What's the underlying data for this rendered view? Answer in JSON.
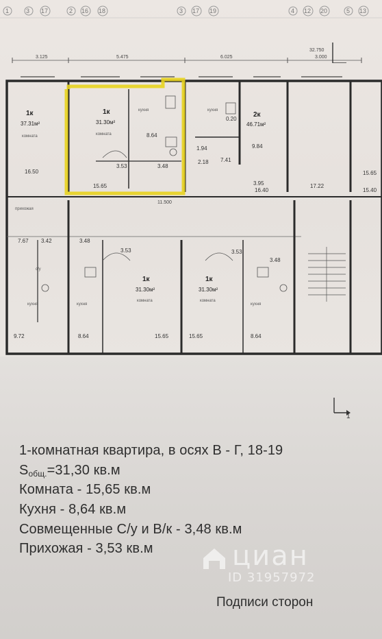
{
  "plan": {
    "axis_labels_top": [
      "1",
      "3",
      "17",
      "2",
      "16",
      "18",
      "3",
      "17",
      "19",
      "4",
      "12",
      "20",
      "5",
      "13"
    ],
    "dimensions_top": [
      "3.125",
      "5.475",
      "6.025",
      "3.000",
      "32.750"
    ],
    "section_mark": "1",
    "apartments": [
      {
        "rooms": "1к",
        "area": "37.31м²"
      },
      {
        "rooms": "1к",
        "area": "31.30м²"
      },
      {
        "rooms": "2к",
        "area": "46.71м²"
      },
      {
        "rooms": "1к",
        "area": "31.30м²"
      },
      {
        "rooms": "1к",
        "area": "31.30м²"
      }
    ],
    "room_areas": [
      "16.50",
      "8.64",
      "15.65",
      "3.53",
      "3.48",
      "0.20",
      "1.94",
      "2.18",
      "7.41",
      "9.84",
      "17.22",
      "15.65",
      "16.40",
      "7.67",
      "3.42",
      "3.48",
      "3.53",
      "3.53",
      "3.48",
      "15.65",
      "15.65",
      "8.64",
      "8.64",
      "9.72",
      "3.95",
      "15.40"
    ],
    "room_labels": [
      "комната",
      "кухня",
      "прихожая",
      "с/у",
      "кухня",
      "комната",
      "кухня",
      "комната",
      "комната",
      "кухня",
      "кухня"
    ],
    "corridor_dimension": "11.500"
  },
  "caption": {
    "title": "1-комнатная квартира, в осях В - Г, 18-19",
    "area_prefix": "S",
    "area_sub": "общ.",
    "area_value": "=31,30 кв.м",
    "room": "Комната - 15,65 кв.м",
    "kitchen": "Кухня - 8,64 кв.м",
    "bathroom": "Совмещенные С/у и В/к - 3,48 кв.м",
    "hallway": "Прихожая - 3,53 кв.м",
    "signatures": "Подписи сторон"
  },
  "watermark": {
    "brand": "циан",
    "id": "ID 31957972"
  },
  "colors": {
    "wall": "#2b2b2b",
    "highlight": "#e8d31f",
    "text": "#2e2e2e"
  }
}
